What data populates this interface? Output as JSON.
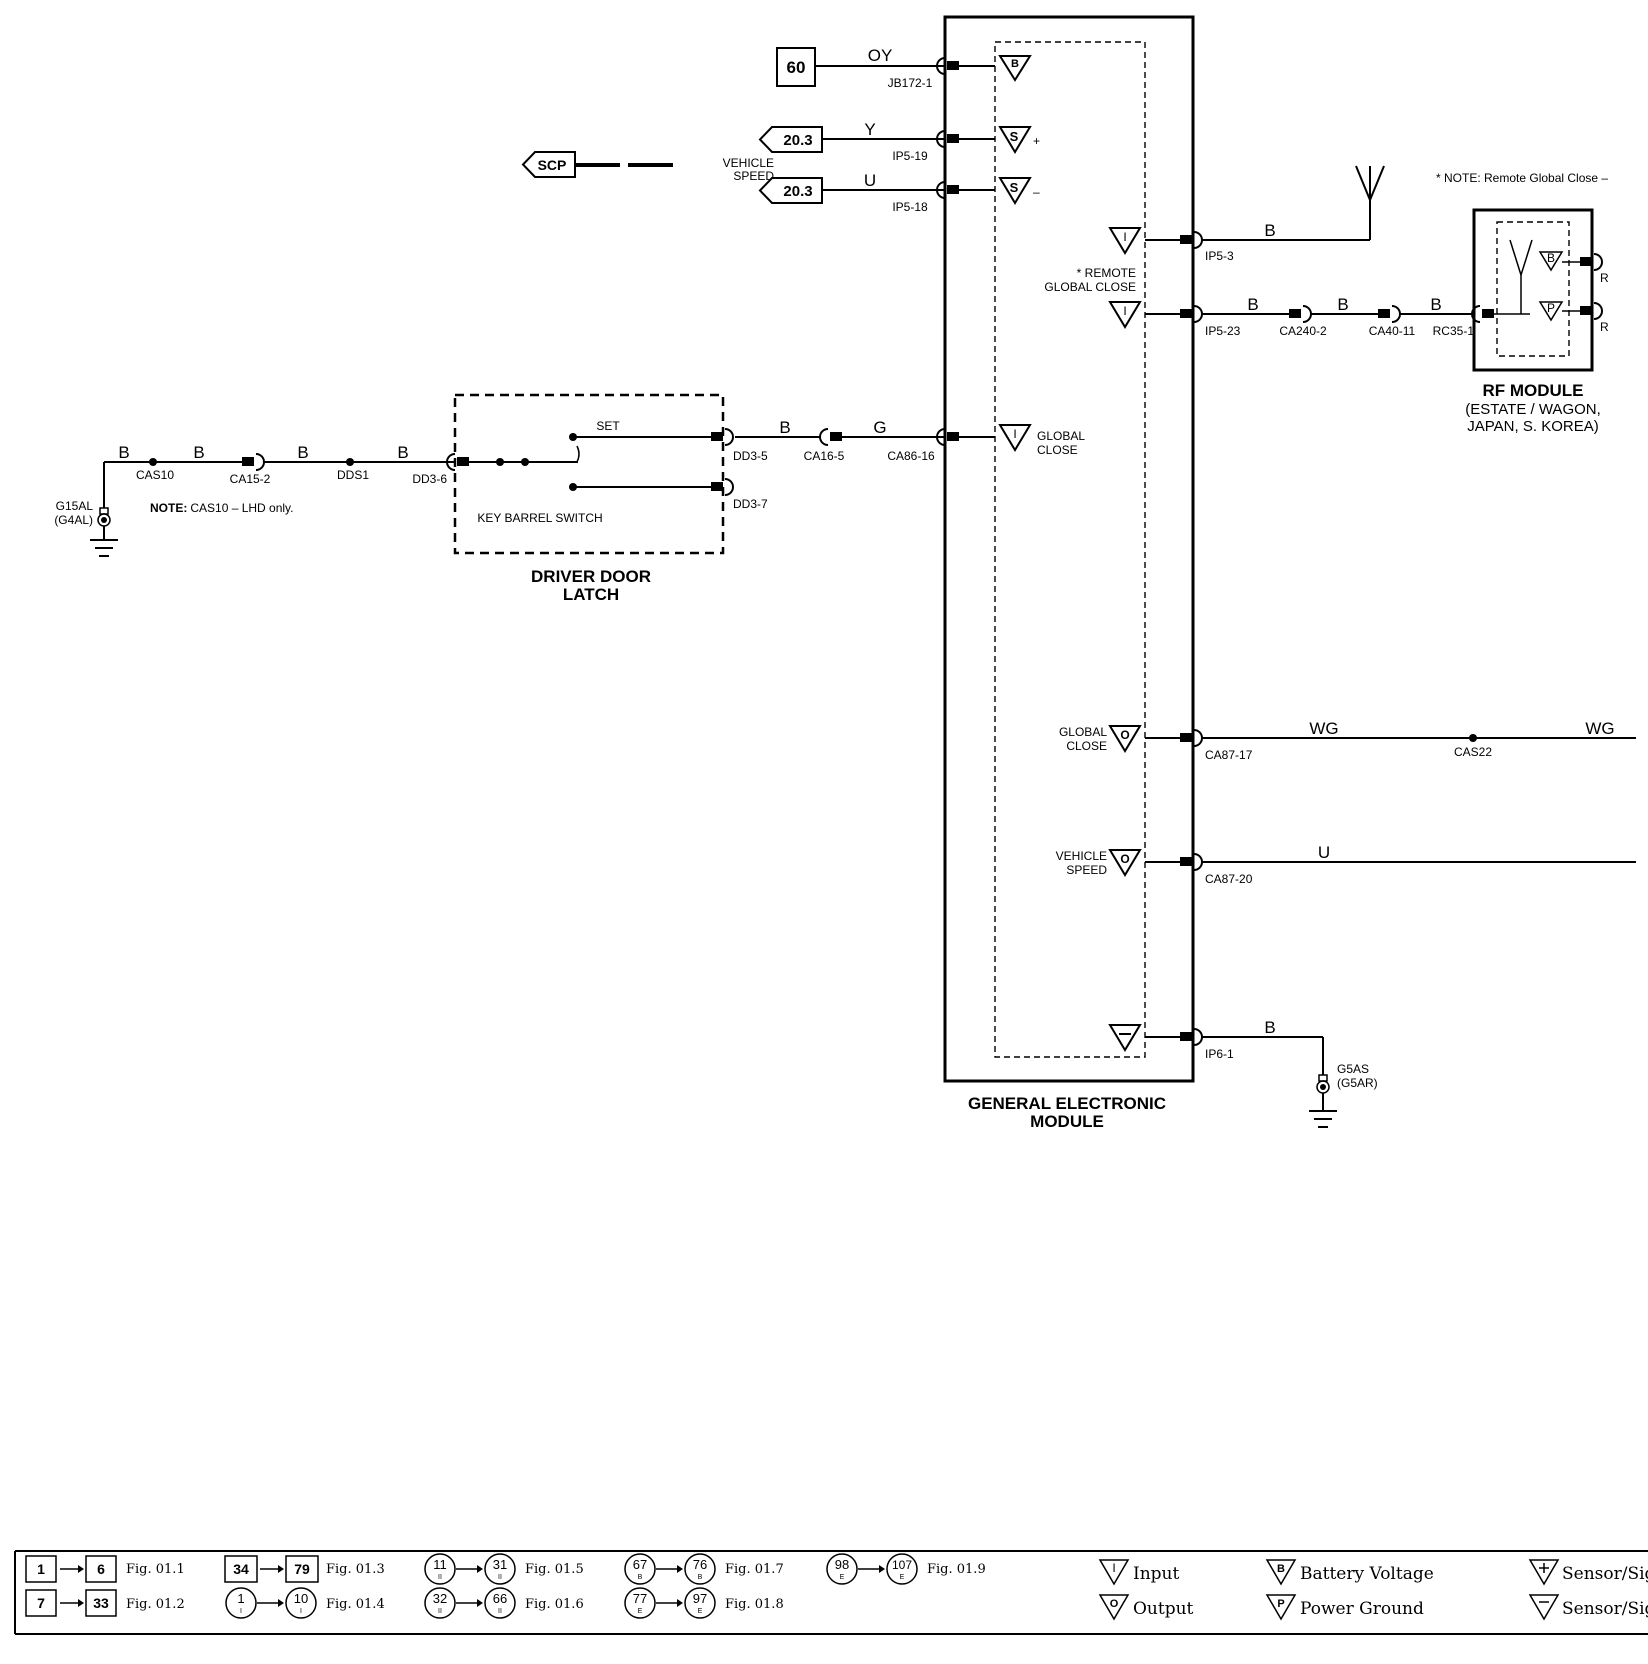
{
  "module": {
    "title_line1": "GENERAL ELECTRONIC",
    "title_line2": "MODULE"
  },
  "rf_module": {
    "title": "RF MODULE",
    "sub1": "(ESTATE / WAGON,",
    "sub2": "JAPAN, S. KOREA)",
    "pin1": "B",
    "pin2": "P",
    "conn1": "R",
    "conn2": "R"
  },
  "note_remote": "* NOTE: Remote Global Close –",
  "refs": {
    "ref60": "60",
    "ref203a": "20.3",
    "ref203b": "20.3",
    "scp": "SCP"
  },
  "wires": {
    "oy": "OY",
    "y": "Y",
    "u_speed": "U",
    "b_ant": "B",
    "b_rgc1": "B",
    "b_rgc2": "B",
    "b_rgc3": "B",
    "b_ddl": "B",
    "g_ddl": "G",
    "b_g1": "B",
    "b_g2": "B",
    "b_g3": "B",
    "b_g4": "B",
    "wg1": "WG",
    "wg2": "WG",
    "u_out": "U",
    "b_ground": "B"
  },
  "connectors": {
    "jb172": "JB172-1",
    "ip5_19": "IP5-19",
    "ip5_18": "IP5-18",
    "ip5_3": "IP5-3",
    "ip5_23": "IP5-23",
    "ca240": "CA240-2",
    "ca40": "CA40-11",
    "rc35": "RC35-1",
    "cas10": "CAS10",
    "ca15": "CA15-2",
    "dds1": "DDS1",
    "dd3_6": "DD3-6",
    "dd3_5": "DD3-5",
    "dd3_7": "DD3-7",
    "ca16": "CA16-5",
    "ca86": "CA86-16",
    "ca87_17": "CA87-17",
    "cas22": "CAS22",
    "ca87_20": "CA87-20",
    "ip6_1": "IP6-1"
  },
  "labels": {
    "vehicle_speed_in_1": "VEHICLE",
    "vehicle_speed_in_2": "SPEED",
    "remote_gc_1": "* REMOTE",
    "remote_gc_2": "GLOBAL CLOSE",
    "global_close_in_1": "GLOBAL",
    "global_close_in_2": "CLOSE",
    "global_close_out_1": "GLOBAL",
    "global_close_out_2": "CLOSE",
    "vehicle_speed_out_1": "VEHICLE",
    "vehicle_speed_out_2": "SPEED",
    "set": "SET",
    "key_barrel": "KEY BARREL SWITCH",
    "driver_door_1": "DRIVER DOOR",
    "driver_door_2": "LATCH",
    "g15al_1": "G15AL",
    "g15al_2": "(G4AL)",
    "g5as_1": "G5AS",
    "g5as_2": "(G5AR)",
    "note_cas10_bold": "NOTE:",
    "note_cas10": "CAS10 – LHD only.",
    "sym_bplus": "B",
    "sym_splus": "S",
    "sym_sminus": "S",
    "sym_plus": "+",
    "sym_minus": "–",
    "sym_i1": "I",
    "sym_i2": "I",
    "sym_i3": "I",
    "sym_o1": "O",
    "sym_o2": "O",
    "sym_gnd": "–"
  },
  "legend": {
    "fig_01_1": "Fig. 01.1",
    "fig_01_2": "Fig. 01.2",
    "fig_01_3": "Fig. 01.3",
    "fig_01_4": "Fig. 01.4",
    "fig_01_5": "Fig. 01.5",
    "fig_01_6": "Fig. 01.6",
    "fig_01_7": "Fig. 01.7",
    "fig_01_8": "Fig. 01.8",
    "fig_01_9": "Fig. 01.9",
    "n1": "1",
    "n6": "6",
    "n7": "7",
    "n33": "33",
    "n34": "34",
    "n79": "79",
    "c1": "1",
    "c10": "10",
    "c11": "11",
    "c31": "31",
    "c32": "32",
    "c66": "66",
    "c67": "67",
    "c76": "76",
    "c77": "77",
    "c97": "97",
    "c98": "98",
    "c107": "107",
    "sub_i": "I",
    "sub_ii": "II",
    "sub_b": "B",
    "sub_e": "E",
    "input": "Input",
    "output": "Output",
    "battery_voltage": "Battery Voltage",
    "power_ground": "Power Ground",
    "sensor_sig_plus": "Sensor/Sig",
    "sensor_sig_minus": "Sensor/Sig",
    "sym_i": "I",
    "sym_o": "O",
    "sym_b": "B",
    "sym_p": "P"
  }
}
